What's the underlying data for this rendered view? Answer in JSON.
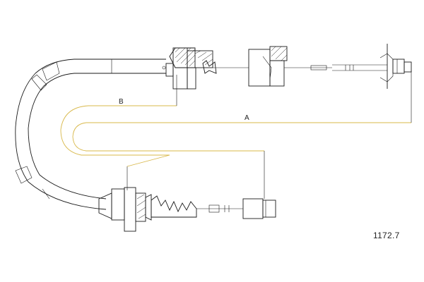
{
  "drawing": {
    "part_number": "1172.7",
    "dimensions": {
      "a": "A",
      "b": "B"
    },
    "colors": {
      "line": "#1a1a1a",
      "dimension_line": "#d8b84a",
      "background": "#ffffff"
    }
  }
}
